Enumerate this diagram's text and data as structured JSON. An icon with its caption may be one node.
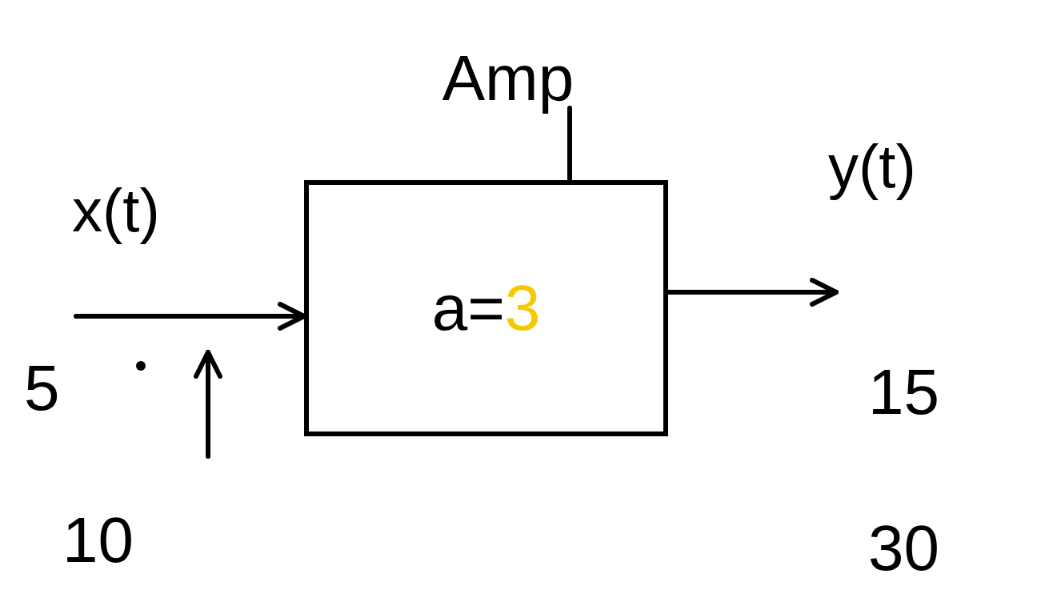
{
  "diagram": {
    "nodes": [
      {
        "text": [
          "Amp"
        ]
      },
      {
        "text": [
          "a=",
          "3"
        ]
      }
    ],
    "edges": [
      {
        "from": 0,
        "to": 1,
        "arrow": "none"
      },
      {
        "from": null,
        "to": 1,
        "arrow": "to",
        "label": "x(t)"
      },
      {
        "from": 1,
        "to": null,
        "arrow": "to",
        "label": "y(t)"
      }
    ],
    "labels": [
      "5",
      "10",
      "15",
      "30"
    ]
  }
}
